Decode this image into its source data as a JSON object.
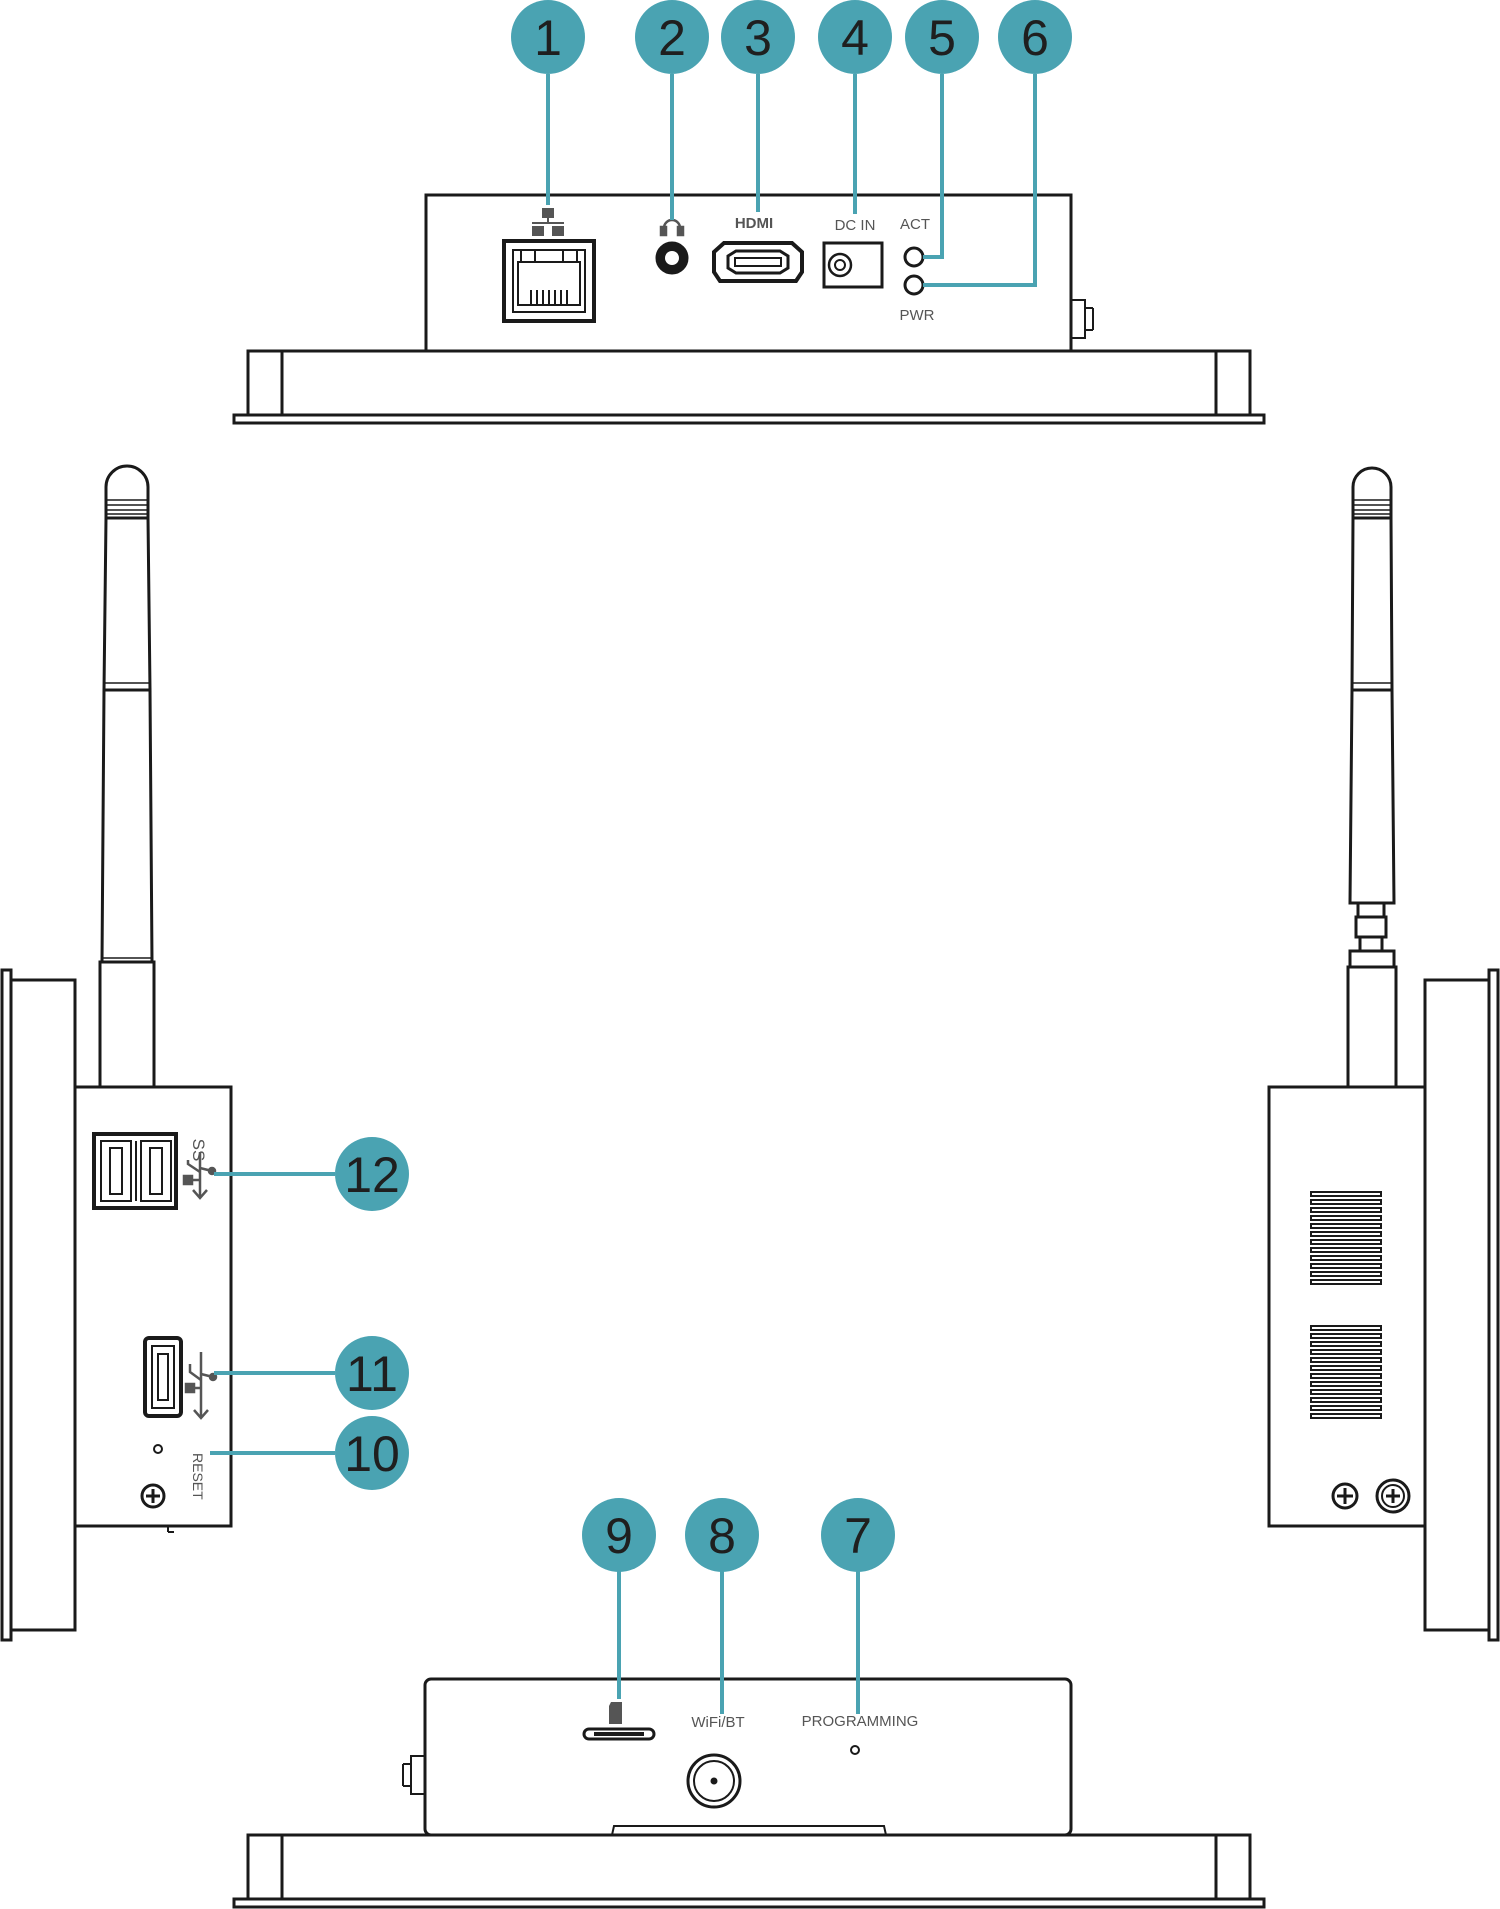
{
  "colors": {
    "callout": "#4aa3b2",
    "outline": "#1a1a1a",
    "label": "#555555"
  },
  "callouts": {
    "c1": "1",
    "c2": "2",
    "c3": "3",
    "c4": "4",
    "c5": "5",
    "c6": "6",
    "c7": "7",
    "c8": "8",
    "c9": "9",
    "c10": "10",
    "c11": "11",
    "c12": "12"
  },
  "labels": {
    "hdmi": "HDMI",
    "dc_in": "DC IN",
    "act": "ACT",
    "pwr": "PWR",
    "wifi_bt": "WiFi/BT",
    "programming": "PROGRAMMING",
    "reset": "RESET",
    "ss": "SS"
  },
  "icons": {
    "network": "network-icon",
    "headphone": "headphone-icon",
    "usb": "usb-icon",
    "microsd": "microsd-icon",
    "screw": "screw-icon"
  }
}
